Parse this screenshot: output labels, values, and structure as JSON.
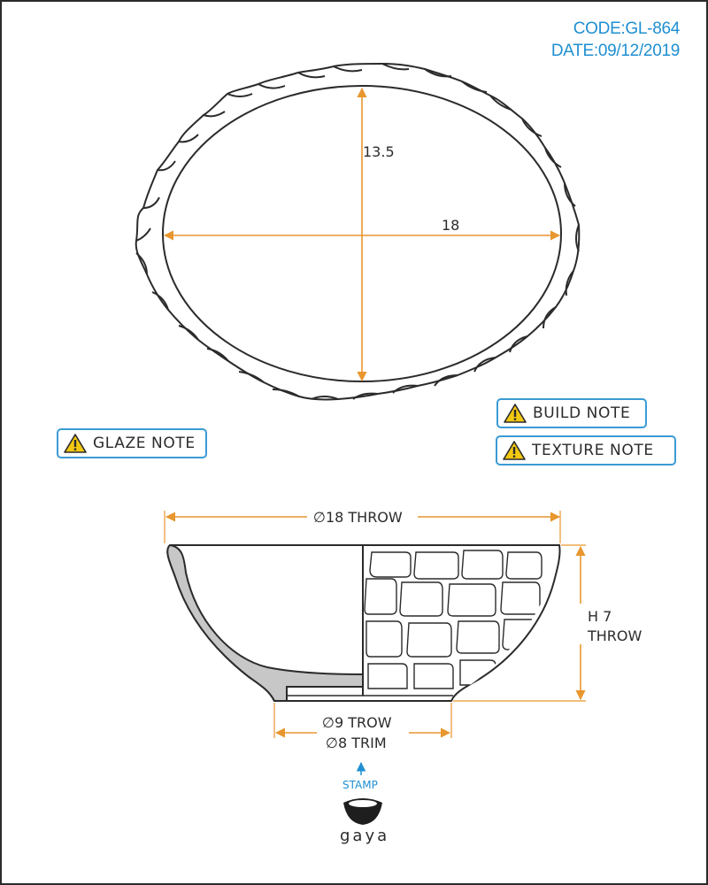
{
  "header": {
    "code": "CODE:GL-864",
    "date": "DATE:09/12/2019"
  },
  "top_view": {
    "dim_height": "13.5",
    "dim_width": "18"
  },
  "notes": {
    "glaze": "GLAZE NOTE",
    "build": "BUILD NOTE",
    "texture": "TEXTURE NOTE",
    "icon": "warning-triangle-icon"
  },
  "side_view": {
    "top_dim": "∅18 THROW",
    "height_dim_line1": "H 7",
    "height_dim_line2": "THROW",
    "base_dim_1": "∅9 TROW",
    "base_dim_2": "∅8 TRIM"
  },
  "stamp": {
    "label": "STAMP",
    "brand": "gaya"
  },
  "colors": {
    "dimension": "#e8962e",
    "accent_blue": "#1f8fd1",
    "outline": "#2b2b2b",
    "section_fill": "#c7c7c7",
    "warning_yellow": "#f2c811"
  }
}
